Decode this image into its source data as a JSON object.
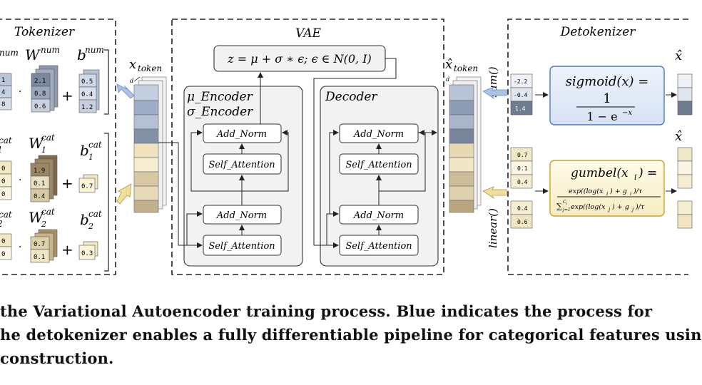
{
  "sections": {
    "tokenizer": "Tokenizer",
    "vae": "VAE",
    "detokenizer": "Detokenizer"
  },
  "tokenizer": {
    "w_num": "W",
    "w_num_sup": "num",
    "b_num": "b",
    "b_num_sup": "num",
    "x_num_sup": "num",
    "w_num_values": [
      "2.1",
      "0.8",
      "0.6"
    ],
    "b_num_values": [
      "0.5",
      "0.4",
      "1.2"
    ],
    "x_num_values": [
      "1",
      "4",
      "8"
    ],
    "w1": "W",
    "w1_sub": "1",
    "w1_sup": "cat",
    "b1": "b",
    "b1_sub": "1",
    "b1_sup": "cat",
    "x1_sub": "1",
    "x1_sup": "cat",
    "w1_values": [
      "1.9",
      "0.1",
      "0.4"
    ],
    "b1_values": [
      "0.7"
    ],
    "x1_values": [
      "0",
      "0",
      "0"
    ],
    "w2": "W",
    "w2_sub": "2",
    "w2_sup": "cat",
    "b2": "b",
    "b2_sub": "2",
    "b2_sup": "cat",
    "x2_sub": "2",
    "x2_sup": "cat",
    "w2_values": [
      "0.7",
      "0.1"
    ],
    "b2_values": [
      "0.3"
    ],
    "x2_values": [
      "0",
      "0"
    ],
    "dot": "·",
    "plus": "+"
  },
  "x_token": {
    "label": "x",
    "sub": "token",
    "d": "d"
  },
  "vae": {
    "latent_formula": "z = μ + σ ∗ ϵ; ϵ ∈ N(0, I)",
    "encoder_title_1": "μ_Encoder",
    "encoder_title_2": "σ_Encoder",
    "decoder_title": "Decoder",
    "add_norm": "Add_Norm",
    "self_attention": "Self_Attention"
  },
  "x_hat_token": {
    "label": "x̂",
    "sub": "token",
    "d": "d"
  },
  "detokenizer": {
    "sum_label": "sum()",
    "linear_label": "linear()",
    "num_values": [
      "-2.2",
      "-0.4",
      "1.4"
    ],
    "cat_values_1": [
      "0.7",
      "0.1",
      "0.4"
    ],
    "cat_values_2": [
      "0.4",
      "0.6"
    ],
    "sigmoid_lhs": "sigmoid(x) =",
    "sigmoid_num": "1",
    "sigmoid_den": "1 − e",
    "sigmoid_den_sup": "−x",
    "gumbel_lhs": "gumbel(x",
    "gumbel_lhs_sub": "i",
    "gumbel_lhs_end": ") =",
    "gumbel_num": "exp((log(x",
    "gumbel_num_2": ") + g",
    "gumbel_num_3": ")/τ",
    "gumbel_den": "exp((log(x",
    "gumbel_den_2": ") + g",
    "gumbel_den_3": ")/τ",
    "gumbel_sum": "∑",
    "gumbel_sum_lower": "j=1",
    "gumbel_sum_upper": "C",
    "gumbel_sum_upper_sub": "i",
    "gumbel_sub_i": "i",
    "gumbel_sub_j": "j",
    "out_hat_1": "x̂",
    "out_hat_2": "x̂"
  },
  "caption": {
    "line1": "the Variational Autoencoder training process. Blue indicates the process for",
    "line2": "he detokenizer enables a fully differentiable pipeline for categorical features usin",
    "line3": "construction."
  },
  "colors": {
    "blue_fill": "#dce7f7",
    "blue_stroke": "#4a78c0",
    "cream_fill": "#fbf3d2",
    "gold_stroke": "#c9a227",
    "gray_box": "#f2f2f2",
    "arrow_blue": "#a9c3e6",
    "arrow_gold": "#e8d58e"
  }
}
